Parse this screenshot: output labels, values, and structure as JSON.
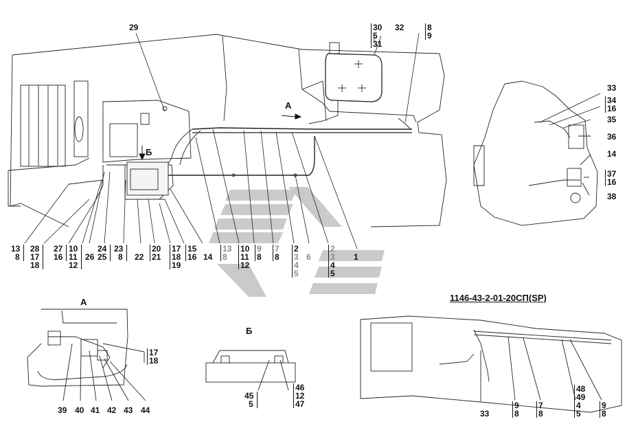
{
  "title": "1146-43-2-01-20СП(SP)",
  "views": {
    "a": "А",
    "b": "Б",
    "arrow_a": "А",
    "arrow_b": "Б"
  },
  "callouts": {
    "c29": "29",
    "c30": "30",
    "c5a": "5",
    "c31": "31",
    "c32": "32",
    "c8a": "8",
    "c9a": "9",
    "c33": "33",
    "c34": "34",
    "c16a": "16",
    "c35": "35",
    "c36": "36",
    "c14a": "14",
    "c37": "37",
    "c16b": "16",
    "c38": "38",
    "b13": "13",
    "b8a": "8",
    "b28": "28",
    "b17a": "17",
    "b18a": "18",
    "b27": "27",
    "b16c": "16",
    "b10": "10",
    "b11a": "11",
    "b12a": "12",
    "b26": "26",
    "b24": "24",
    "b25": "25",
    "b23": "23",
    "b8b": "8",
    "b22": "22",
    "b20": "20",
    "b21": "21",
    "b17b": "17",
    "b18b": "18",
    "b19": "19",
    "b15": "15",
    "b16d": "16",
    "b14": "14",
    "g13": "13",
    "g8": "8",
    "k10": "10",
    "k11": "11",
    "k12": "12",
    "g9": "9",
    "k8c": "8",
    "g7": "7",
    "k8d": "8",
    "k2a": "2",
    "g3a": "3",
    "g4a": "4",
    "g5a": "5",
    "g6": "6",
    "g2b": "2",
    "g3b": "3",
    "k4b": "4",
    "k5b": "5",
    "k1": "1",
    "a17": "17",
    "a18": "18",
    "a39": "39",
    "a40": "40",
    "a41": "41",
    "a42": "42",
    "a43": "43",
    "a44": "44",
    "v45": "45",
    "v5": "5",
    "v46": "46",
    "v12": "12",
    "v47": "47",
    "r33": "33",
    "r9": "9",
    "r8a": "8",
    "r7": "7",
    "r8b": "8",
    "r48": "48",
    "r49": "49",
    "r4": "4",
    "r5": "5",
    "r9b": "9",
    "r8c": "8"
  }
}
